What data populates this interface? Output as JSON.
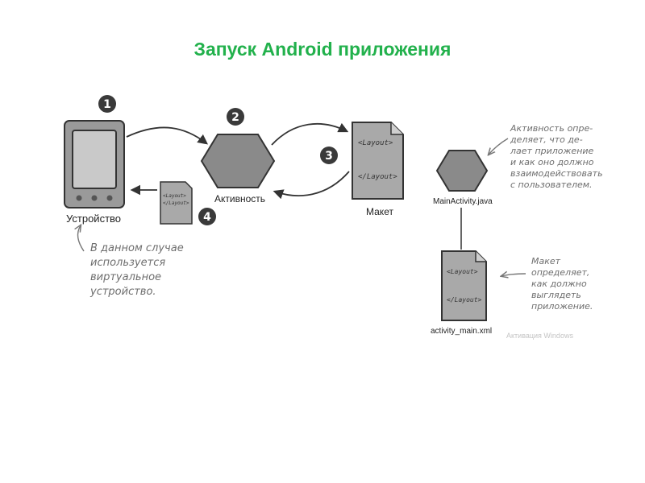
{
  "title": "Запуск Android приложения",
  "labels": {
    "device": "Устройство",
    "activity": "Активность",
    "layout": "Макет",
    "main_activity_file": "MainActivity.java",
    "main_layout_file": "activity_main.xml"
  },
  "steps": [
    "1",
    "2",
    "3",
    "4"
  ],
  "layout_tags": {
    "open": "<Layout>",
    "close": "</Layout>"
  },
  "notes": {
    "device_note": [
      "В данном случае",
      "используется",
      "виртуальное",
      "устройство."
    ],
    "activity_note": [
      "Активность опре-",
      "деляет, что де-",
      "лает приложение",
      "и как оно должно",
      "взаимодействовать",
      "с пользователем."
    ],
    "layout_note": [
      "Макет",
      "определяет,",
      "как должно",
      "выглядеть",
      "приложение."
    ]
  },
  "watermark": "Активация Windows",
  "colors": {
    "title": "#22b14c",
    "shape": "#8a8a8a",
    "stroke": "#333333",
    "note": "#6e6e6e"
  }
}
